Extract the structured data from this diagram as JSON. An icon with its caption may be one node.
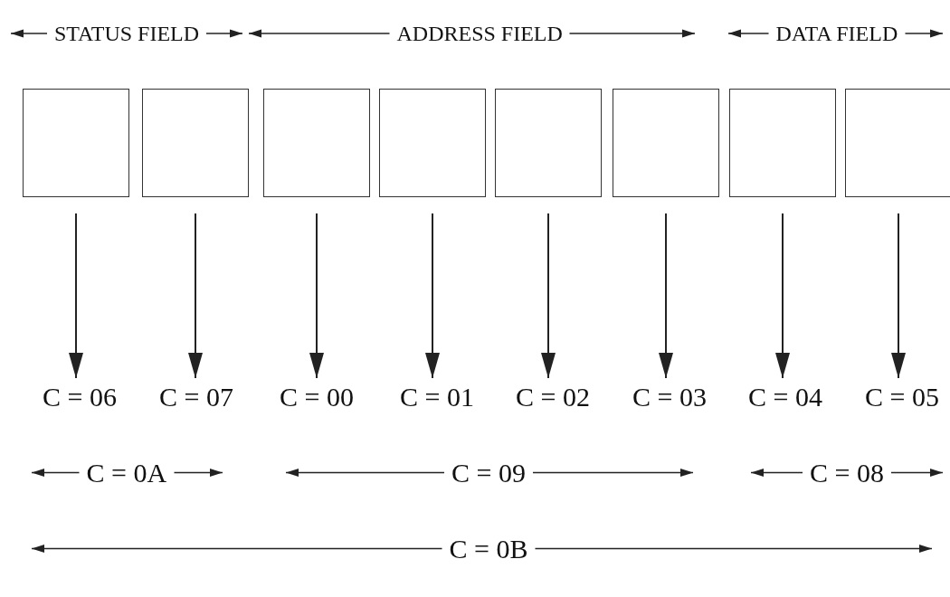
{
  "diagram": {
    "nodes": [
      {
        "text": [],
        "shape": "box"
      },
      {
        "text": [],
        "shape": "box"
      },
      {
        "text": [],
        "shape": "box"
      },
      {
        "text": [],
        "shape": "box"
      },
      {
        "text": [],
        "shape": "box"
      },
      {
        "text": [],
        "shape": "box"
      },
      {
        "text": [],
        "shape": "box"
      },
      {
        "text": [],
        "shape": "box"
      },
      {
        "text": [
          "C = 06"
        ]
      },
      {
        "text": [
          "C = 07"
        ]
      },
      {
        "text": [
          "C = 00"
        ]
      },
      {
        "text": [
          "C = 01"
        ]
      },
      {
        "text": [
          "C = 02"
        ]
      },
      {
        "text": [
          "C = 03"
        ]
      },
      {
        "text": [
          "C = 04"
        ]
      },
      {
        "text": [
          "C = 05"
        ]
      }
    ],
    "edges": [
      {
        "from": 0,
        "to": 8,
        "arrow": "to"
      },
      {
        "from": 1,
        "to": 9,
        "arrow": "to"
      },
      {
        "from": 2,
        "to": 10,
        "arrow": "to"
      },
      {
        "from": 3,
        "to": 11,
        "arrow": "to"
      },
      {
        "from": 4,
        "to": 12,
        "arrow": "to"
      },
      {
        "from": 5,
        "to": 13,
        "arrow": "to"
      },
      {
        "from": 6,
        "to": 14,
        "arrow": "to"
      },
      {
        "from": 7,
        "to": 15,
        "arrow": "to"
      }
    ],
    "labels": [
      "STATUS FIELD",
      "ADDRESS FIELD",
      "DATA FIELD",
      "C = 0A",
      "C = 09",
      "C = 08",
      "C = 0B"
    ]
  }
}
